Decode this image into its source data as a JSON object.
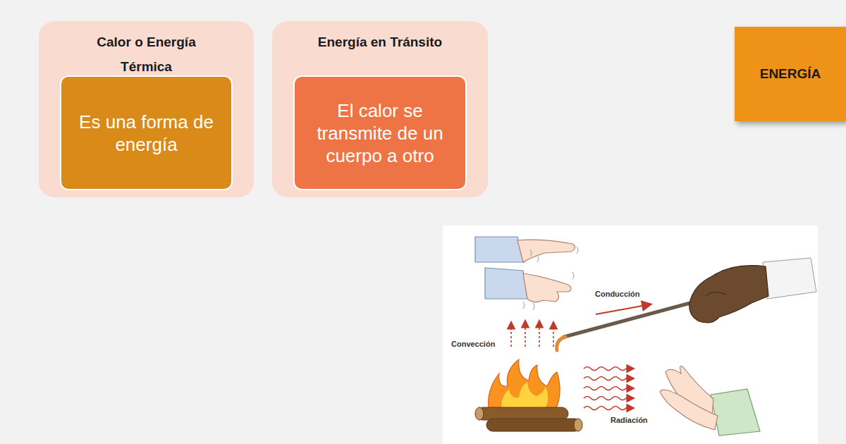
{
  "diagram": {
    "nodes": [
      {
        "text": [
          "Calor o Energía Térmica"
        ]
      },
      {
        "text": [
          "Es una forma de energía"
        ],
        "in": 0
      },
      {
        "text": [
          "Energía en Tránsito"
        ]
      },
      {
        "text": [
          "El calor se transmite de un cuerpo a otro"
        ],
        "in": 2
      },
      {
        "text": [
          "ENERGÍA"
        ]
      }
    ],
    "labels": [
      "Conducción",
      "Convección",
      "Radiación"
    ]
  }
}
